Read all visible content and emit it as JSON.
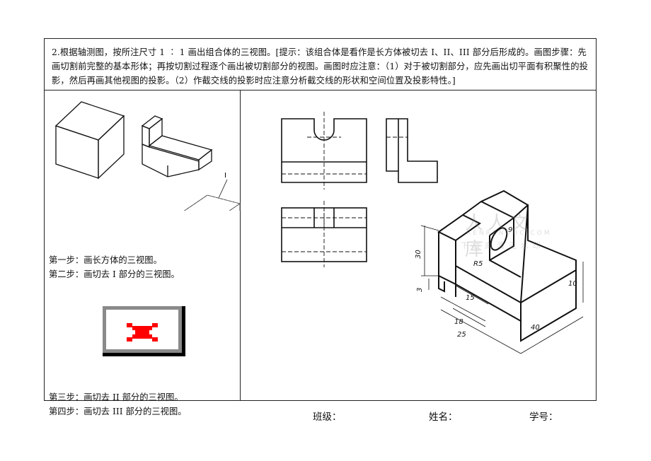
{
  "prompt_text": "2.根据轴测图，按所注尺寸 1 ∶ 1 画出组合体的三视图。[提示：该组合体是看作是长方体被切去 I、II、III 部分后形成的。画图步骤：先画切割前完整的基本形体；再按切割过程逐个画出被切割部分的视图。画图时应注意：（1）对于被切割部分，应先画出切平面有积聚性的投影，然后再画其他视图的投影。（2）作截交线的投影时应注意分析截交线的形状和空间位置及投影特性。]",
  "left_panel": {
    "label_I": "I",
    "step1": "第一步：画长方体的三视图。",
    "step2": "第二步：画切去 I 部分的三视图。",
    "step3": "第三步：画切去 II 部分的三视图。",
    "step4": "第四步：画切去 III 部分的三视图。"
  },
  "dimensions": {
    "d30": "30",
    "d3": "3",
    "d15": "15",
    "d18": "18",
    "d25": "25",
    "d40": "40",
    "d10": "10",
    "d9": "9",
    "r5": "R5"
  },
  "watermark": {
    "title": "人人文库",
    "site": "RENRENDOC.COM",
    "slogan": "下载高清无水印"
  },
  "footer": {
    "class_label": "班级：",
    "name_label": "姓名：",
    "id_label": "学号："
  },
  "colors": {
    "line": "#111111",
    "hidden_red": "#ff0000",
    "gray_frame": "#8a8a8a"
  }
}
